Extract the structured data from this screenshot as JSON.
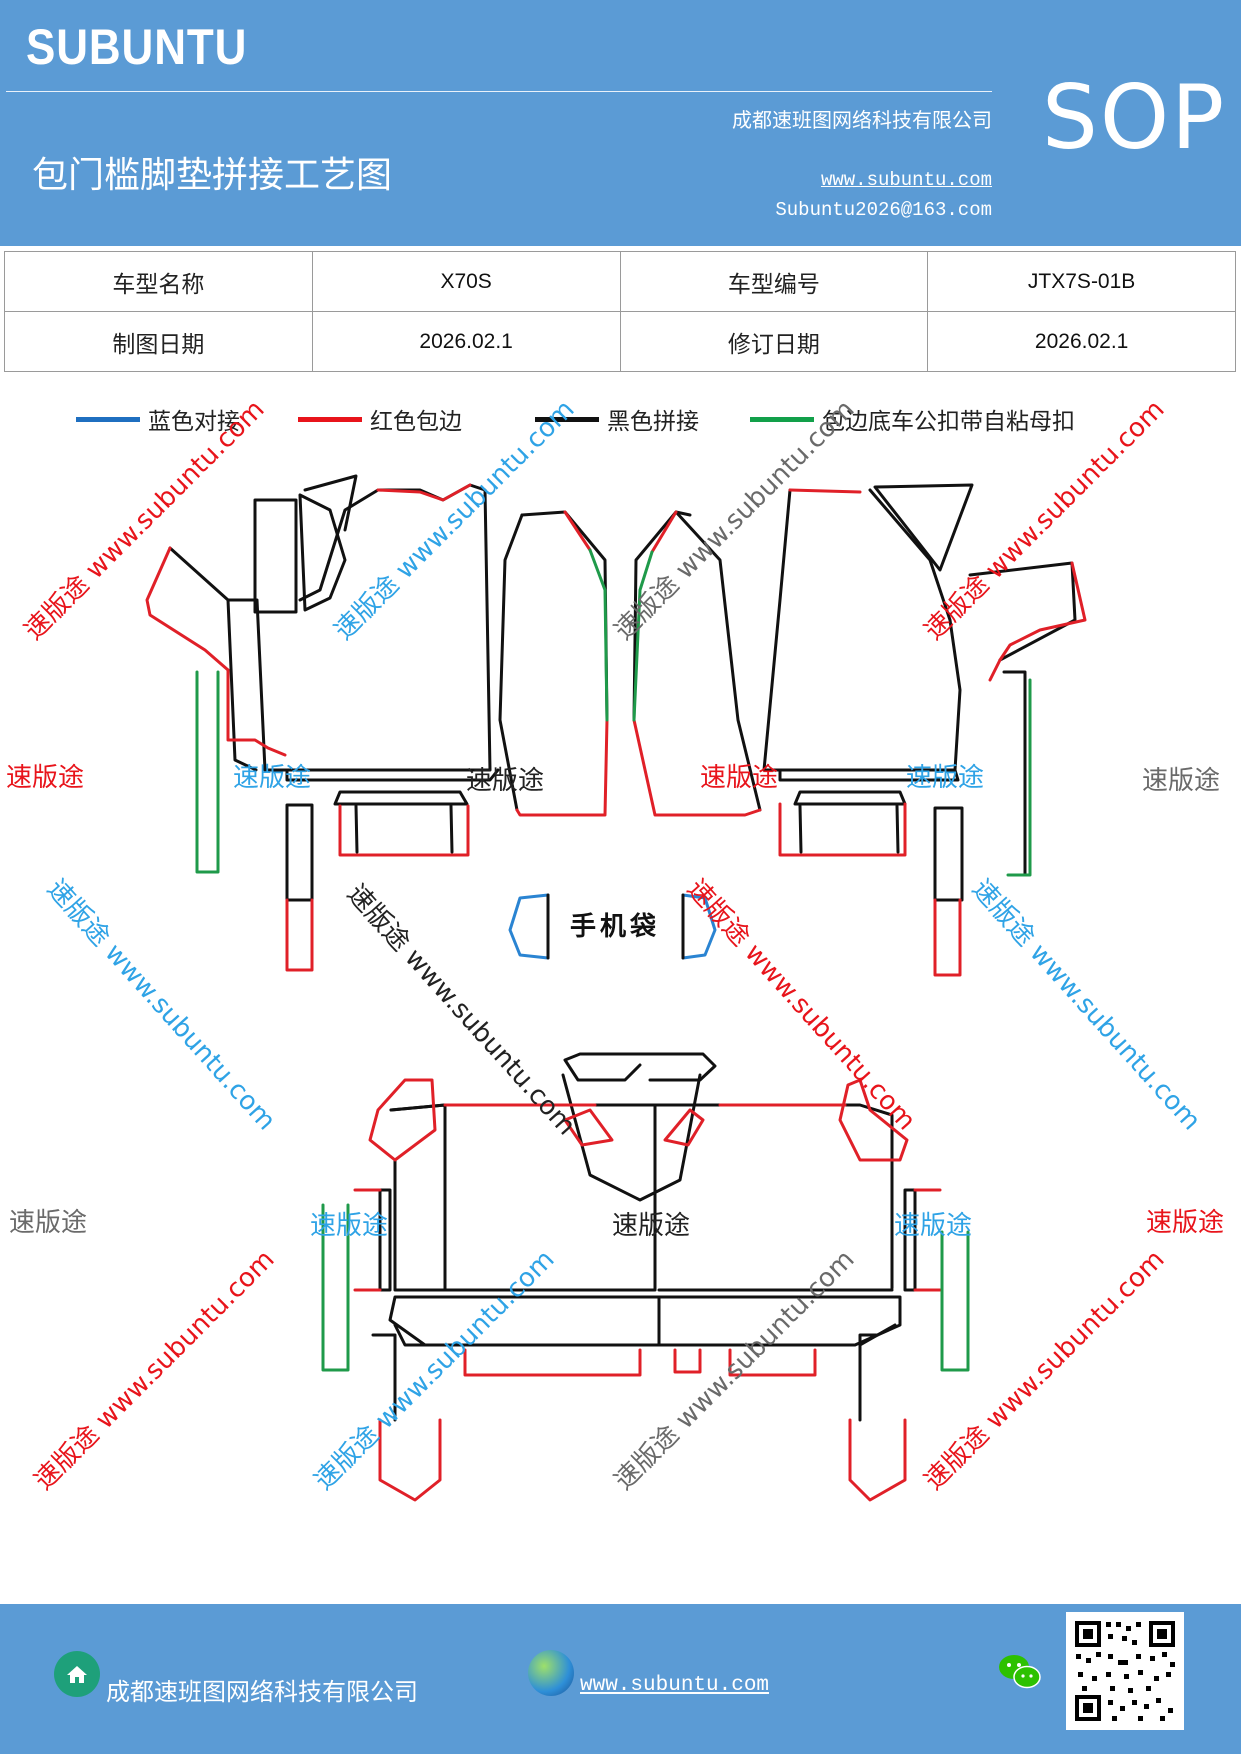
{
  "header": {
    "brand": "SUBUNTU",
    "title": "包门槛脚垫拼接工艺图",
    "company": "成都速班图网络科技有限公司",
    "website": "www.subuntu.com",
    "email": "Subuntu2026@163.com",
    "badge": "SOP"
  },
  "info_table": {
    "model_name_label": "车型名称",
    "model_name_value": "X70S",
    "model_code_label": "车型编号",
    "model_code_value": "JTX7S-01B",
    "draw_date_label": "制图日期",
    "draw_date_value": "2026.02.1",
    "revise_date_label": "修订日期",
    "revise_date_value": "2026.02.1"
  },
  "legend": [
    {
      "label": "蓝色对接",
      "color": "#1f6fc0"
    },
    {
      "label": "红色包边",
      "color": "#e8141b"
    },
    {
      "label": "黑色拼接",
      "color": "#111111"
    },
    {
      "label": "包边底车公扣带自粘母扣",
      "color": "#12a04a"
    }
  ],
  "diagram": {
    "phone_bag_label": "手机袋",
    "outline_colors": {
      "black": "#111111",
      "red": "#e02028",
      "green": "#1f9a4a",
      "blue": "#2a84d2"
    }
  },
  "watermarks": {
    "short": "速版途",
    "long": "速版途 www.subuntu.com",
    "colors": {
      "red": "#e8141b",
      "blue": "#2fa3e6",
      "gray": "#6a6a6a",
      "black": "#222222"
    }
  },
  "footer": {
    "company": "成都速班图网络科技有限公司",
    "website": "www.subuntu.com ",
    "house_icon": "house-icon",
    "globe_icon": "globe-icon",
    "wechat_icon": "wechat-icon",
    "qr_icon": "qr-code-icon"
  }
}
